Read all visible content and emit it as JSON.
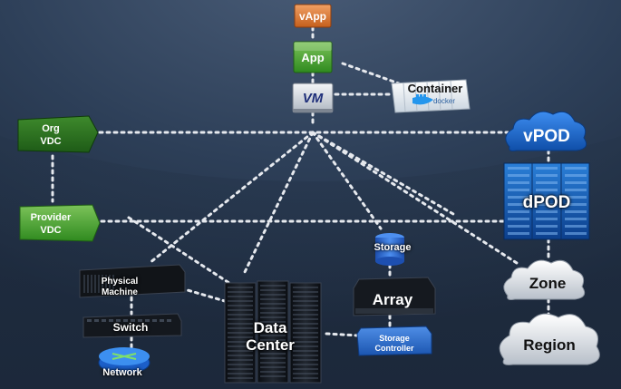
{
  "nodes": {
    "vapp": "vApp",
    "app": "App",
    "vm": "VM",
    "container": "Container",
    "docker": "docker",
    "org_vdc": [
      "Org",
      "VDC"
    ],
    "provider_vdc": [
      "Provider",
      "VDC"
    ],
    "vpod": "vPOD",
    "dpod": "dPOD",
    "storage": "Storage",
    "array": "Array",
    "storage_controller": [
      "Storage",
      "Controller"
    ],
    "physical_machine": [
      "Physical",
      "Machine"
    ],
    "switch": "Switch",
    "network": "Network",
    "data_center": [
      "Data",
      "Center"
    ],
    "zone": "Zone",
    "region": "Region"
  },
  "colors": {
    "background": "#2b3d56",
    "orange": "#d9742e",
    "green": "#3f9a2c",
    "blue_cloud": "#1f6fd1",
    "storage_blue": "#2a64c8",
    "connector": "#e6e9ee"
  }
}
